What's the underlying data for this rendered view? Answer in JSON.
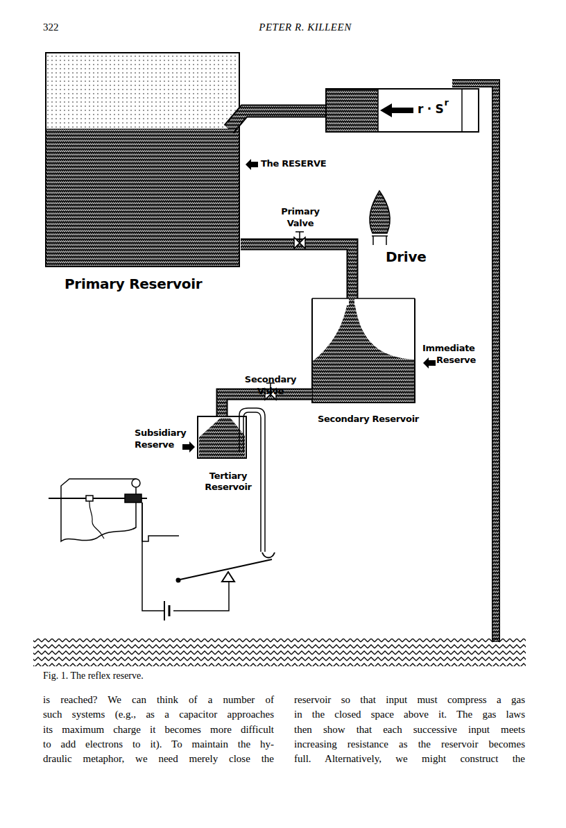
{
  "diagram": {
    "caption": "Fig. 1. The reflex reserve.",
    "nodes": [
      {
        "text": [
          "Primary Reservoir"
        ]
      },
      {
        "text": [
          "Secondary Reservoir"
        ]
      },
      {
        "text": [
          "Tertiary Reservoir"
        ]
      }
    ],
    "edges": [
      {
        "from": 0,
        "to": 1,
        "arrow": "none"
      },
      {
        "from": 1,
        "to": 2,
        "arrow": "none"
      }
    ],
    "labels": [
      "322",
      "PETER R. KILLEEN",
      "r · S",
      "r",
      "The RESERVE",
      "Primary Valve",
      "Drive",
      "Immediate Reserve",
      "Secondary Valve",
      "Subsidiary Reserve",
      "is reached? We can think of a number of",
      "such systems (e.g., as a capacitor approaches",
      "its maximum charge it becomes more difficult",
      "to add electrons to it). To maintain the hy-",
      "draulic metaphor, we need merely close the",
      "reservoir so that input must compress a gas",
      "in the closed space above it. The gas laws",
      "then show that each successive input meets",
      "increasing resistance as the reservoir becomes",
      "full. Alternatively, we might construct the"
    ]
  }
}
